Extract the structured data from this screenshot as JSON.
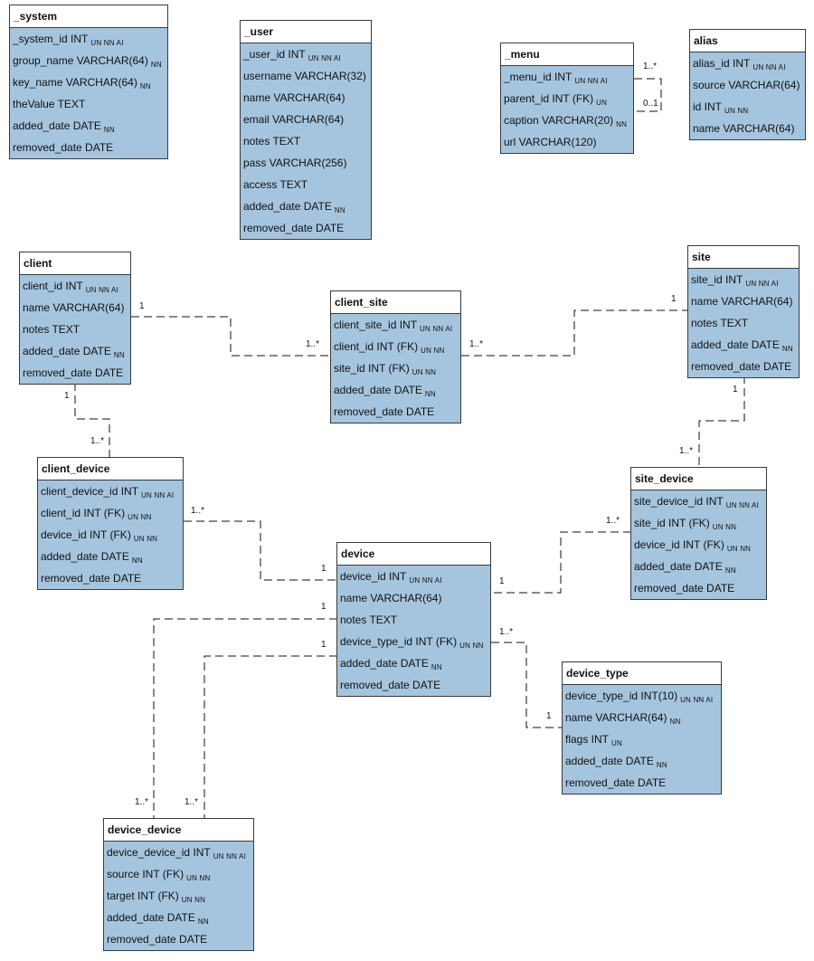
{
  "entities": {
    "system": {
      "name": "_system",
      "fields": [
        {
          "text": "_system_id INT",
          "flags": "UN NN AI"
        },
        {
          "text": "group_name VARCHAR(64)",
          "flags": "NN"
        },
        {
          "text": "key_name VARCHAR(64)",
          "flags": "NN"
        },
        {
          "text": "theValue TEXT",
          "flags": ""
        },
        {
          "text": "added_date DATE",
          "flags": "NN"
        },
        {
          "text": "removed_date DATE",
          "flags": ""
        }
      ]
    },
    "user": {
      "name": "_user",
      "fields": [
        {
          "text": "_user_id INT",
          "flags": "UN NN AI"
        },
        {
          "text": "username VARCHAR(32)",
          "flags": ""
        },
        {
          "text": "name VARCHAR(64)",
          "flags": ""
        },
        {
          "text": "email VARCHAR(64)",
          "flags": ""
        },
        {
          "text": "notes TEXT",
          "flags": ""
        },
        {
          "text": "pass VARCHAR(256)",
          "flags": ""
        },
        {
          "text": "access TEXT",
          "flags": ""
        },
        {
          "text": "added_date DATE",
          "flags": "NN"
        },
        {
          "text": "removed_date DATE",
          "flags": ""
        }
      ]
    },
    "menu": {
      "name": "_menu",
      "fields": [
        {
          "text": "_menu_id INT",
          "flags": "UN NN AI"
        },
        {
          "text": "parent_id INT (FK)",
          "flags": "UN"
        },
        {
          "text": "caption VARCHAR(20)",
          "flags": "NN"
        },
        {
          "text": "url VARCHAR(120)",
          "flags": ""
        }
      ]
    },
    "alias": {
      "name": "alias",
      "fields": [
        {
          "text": "alias_id INT",
          "flags": "UN NN AI"
        },
        {
          "text": "source VARCHAR(64)",
          "flags": ""
        },
        {
          "text": "id INT",
          "flags": "UN NN"
        },
        {
          "text": "name VARCHAR(64)",
          "flags": ""
        }
      ]
    },
    "client": {
      "name": "client",
      "fields": [
        {
          "text": "client_id INT",
          "flags": "UN NN AI"
        },
        {
          "text": "name VARCHAR(64)",
          "flags": ""
        },
        {
          "text": "notes TEXT",
          "flags": ""
        },
        {
          "text": "added_date DATE",
          "flags": "NN"
        },
        {
          "text": "removed_date DATE",
          "flags": ""
        }
      ]
    },
    "client_site": {
      "name": "client_site",
      "fields": [
        {
          "text": "client_site_id INT",
          "flags": "UN NN AI"
        },
        {
          "text": "client_id INT (FK)",
          "flags": "UN NN"
        },
        {
          "text": "site_id INT (FK)",
          "flags": "UN NN"
        },
        {
          "text": "added_date DATE",
          "flags": "NN"
        },
        {
          "text": "removed_date DATE",
          "flags": ""
        }
      ]
    },
    "site": {
      "name": "site",
      "fields": [
        {
          "text": "site_id INT",
          "flags": "UN NN AI"
        },
        {
          "text": "name VARCHAR(64)",
          "flags": ""
        },
        {
          "text": "notes TEXT",
          "flags": ""
        },
        {
          "text": "added_date DATE",
          "flags": "NN"
        },
        {
          "text": "removed_date DATE",
          "flags": ""
        }
      ]
    },
    "client_device": {
      "name": "client_device",
      "fields": [
        {
          "text": "client_device_id INT",
          "flags": "UN NN AI"
        },
        {
          "text": "client_id INT (FK)",
          "flags": "UN NN"
        },
        {
          "text": "device_id INT (FK)",
          "flags": "UN NN"
        },
        {
          "text": "added_date DATE",
          "flags": "NN"
        },
        {
          "text": "removed_date DATE",
          "flags": ""
        }
      ]
    },
    "site_device": {
      "name": "site_device",
      "fields": [
        {
          "text": "site_device_id INT",
          "flags": "UN NN AI"
        },
        {
          "text": "site_id INT (FK)",
          "flags": "UN NN"
        },
        {
          "text": "device_id INT (FK)",
          "flags": "UN NN"
        },
        {
          "text": "added_date DATE",
          "flags": "NN"
        },
        {
          "text": "removed_date DATE",
          "flags": ""
        }
      ]
    },
    "device": {
      "name": "device",
      "fields": [
        {
          "text": "device_id INT",
          "flags": "UN NN AI"
        },
        {
          "text": "name VARCHAR(64)",
          "flags": ""
        },
        {
          "text": "notes TEXT",
          "flags": ""
        },
        {
          "text": "device_type_id INT (FK)",
          "flags": "UN NN"
        },
        {
          "text": "added_date DATE",
          "flags": "NN"
        },
        {
          "text": "removed_date DATE",
          "flags": ""
        }
      ]
    },
    "device_type": {
      "name": "device_type",
      "fields": [
        {
          "text": "device_type_id INT(10)",
          "flags": "UN NN AI"
        },
        {
          "text": "name VARCHAR(64)",
          "flags": "NN"
        },
        {
          "text": "flags INT",
          "flags": "UN"
        },
        {
          "text": "added_date DATE",
          "flags": "NN"
        },
        {
          "text": "removed_date DATE",
          "flags": ""
        }
      ]
    },
    "device_device": {
      "name": "device_device",
      "fields": [
        {
          "text": "device_device_id INT",
          "flags": "UN NN AI"
        },
        {
          "text": "source INT (FK)",
          "flags": "UN NN"
        },
        {
          "text": "target INT (FK)",
          "flags": "UN NN"
        },
        {
          "text": "added_date DATE",
          "flags": "NN"
        },
        {
          "text": "removed_date DATE",
          "flags": ""
        }
      ]
    }
  },
  "relationships": {
    "menu_self": {
      "from": "_menu",
      "to": "_menu",
      "from_label": "1..*",
      "to_label": "0..1"
    },
    "client_client_site": {
      "from": "client",
      "to": "client_site",
      "from_label": "1",
      "to_label": "1..*"
    },
    "client_site_site": {
      "from": "client_site",
      "to": "site",
      "from_label": "1..*",
      "to_label": "1"
    },
    "client_client_device": {
      "from": "client",
      "to": "client_device",
      "from_label": "1",
      "to_label": "1..*"
    },
    "site_site_device": {
      "from": "site",
      "to": "site_device",
      "from_label": "1",
      "to_label": "1..*"
    },
    "client_device_device": {
      "from": "client_device",
      "to": "device",
      "from_label": "1..*",
      "to_label": "1"
    },
    "site_device_device": {
      "from": "site_device",
      "to": "device",
      "from_label": "1..*",
      "to_label": "1"
    },
    "device_device_type": {
      "from": "device",
      "to": "device_type",
      "from_label": "1..*",
      "to_label": "1"
    },
    "device_dd_source": {
      "from": "device",
      "to": "device_device",
      "from_label": "1",
      "to_label": "1..*"
    },
    "device_dd_target": {
      "from": "device",
      "to": "device_device",
      "from_label": "1",
      "to_label": "1..*"
    }
  }
}
